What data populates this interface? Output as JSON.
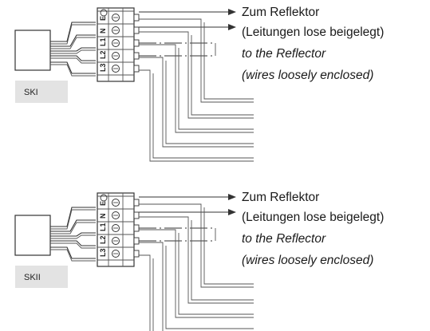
{
  "diagrams": [
    {
      "name": "SKI",
      "terminals": [
        "E",
        "N",
        "L1",
        "L2",
        "L3"
      ],
      "labels": [
        {
          "text": "Zum Reflektor",
          "italic": false
        },
        {
          "text": "(Leitungen lose beigelegt)",
          "italic": false
        },
        {
          "text": "to the Reflector",
          "italic": true
        },
        {
          "text": "(wires loosely enclosed)",
          "italic": true
        }
      ]
    },
    {
      "name": "SKII",
      "terminals": [
        "E",
        "N",
        "L1",
        "L2",
        "L3"
      ],
      "labels": [
        {
          "text": "Zum Reflektor",
          "italic": false
        },
        {
          "text": "(Leitungen lose beigelegt)",
          "italic": false
        },
        {
          "text": "to the Reflector",
          "italic": true
        },
        {
          "text": "(wires loosely enclosed)",
          "italic": true
        }
      ]
    }
  ],
  "colors": {
    "line": "#333333",
    "badge_bg": "#e3e3e3",
    "text": "#1a1a1a"
  },
  "icons": [
    "earth-ground-icon",
    "arrow-right-icon",
    "screw-terminal-icon"
  ]
}
